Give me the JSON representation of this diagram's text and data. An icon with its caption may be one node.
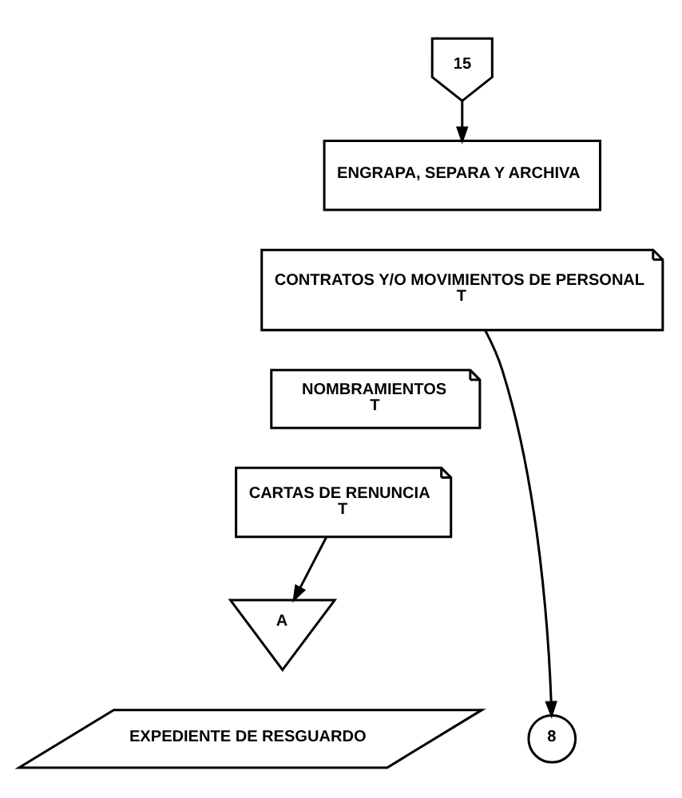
{
  "diagram": {
    "nodes": [
      {
        "text": [
          "15"
        ]
      },
      {
        "text": [
          "ENGRAPA, SEPARA Y ARCHIVA"
        ]
      },
      {
        "text": [
          "CONTRATOS Y/O MOVIMIENTOS DE PERSONAL",
          "T"
        ]
      },
      {
        "text": [
          "NOMBRAMIENTOS",
          "T"
        ]
      },
      {
        "text": [
          "CARTAS DE RENUNCIA",
          "T"
        ]
      },
      {
        "text": [
          "A"
        ],
        "beside": [
          "EXPEDIENTE DE RESGUARDO"
        ]
      },
      {
        "text": [
          "8"
        ]
      }
    ],
    "edges": [
      {
        "from": 0,
        "to": 1,
        "arrow": "to"
      },
      {
        "from": 4,
        "to": 5,
        "arrow": "to"
      },
      {
        "from": 2,
        "to": 6,
        "arrow": "to"
      }
    ]
  }
}
